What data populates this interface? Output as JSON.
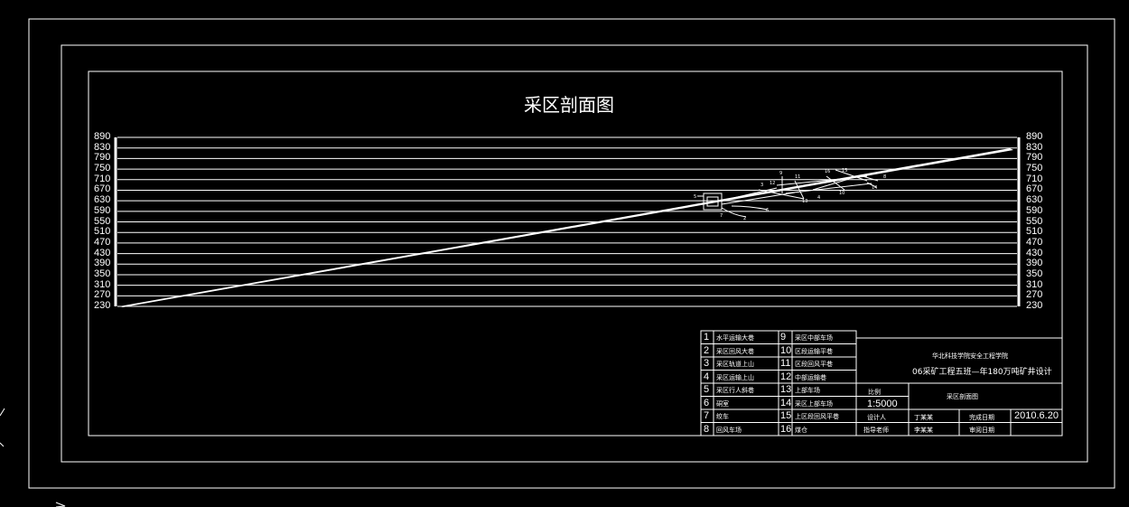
{
  "drawing": {
    "title": "采区剖面图",
    "elevations": [
      "890",
      "830",
      "790",
      "750",
      "710",
      "670",
      "630",
      "590",
      "550",
      "510",
      "470",
      "430",
      "390",
      "350",
      "310",
      "270",
      "230"
    ]
  },
  "legend": [
    {
      "num": "1",
      "label": "水平运输大巷"
    },
    {
      "num": "2",
      "label": "采区回风大巷"
    },
    {
      "num": "3",
      "label": "采区轨道上山"
    },
    {
      "num": "4",
      "label": "采区运输上山"
    },
    {
      "num": "5",
      "label": "采区行人斜巷"
    },
    {
      "num": "6",
      "label": "硐室"
    },
    {
      "num": "7",
      "label": "绞车"
    },
    {
      "num": "8",
      "label": "回风车场"
    },
    {
      "num": "9",
      "label": "采区中部车场"
    },
    {
      "num": "10",
      "label": "区段运输平巷"
    },
    {
      "num": "11",
      "label": "区段回风平巷"
    },
    {
      "num": "12",
      "label": "中部运输巷"
    },
    {
      "num": "13",
      "label": "上部车场"
    },
    {
      "num": "14",
      "label": "采区上部车场"
    },
    {
      "num": "15",
      "label": "上区段回风平巷"
    },
    {
      "num": "16",
      "label": "煤仓"
    }
  ],
  "title_block": {
    "org": "华北科技学院安全工程学院",
    "project_line": "06采矿工程五班—年180万吨矿井设计",
    "scale_label": "比例",
    "scale_value": "1:5000",
    "drawing_name": "采区剖面图",
    "designer_label": "设计人",
    "designer_name": "丁某某",
    "finish_label": "完成日期",
    "finish_date": "2010.6.20",
    "advisor_label": "指导老师",
    "advisor_name": "李某某",
    "review_label": "审阅日期"
  },
  "colors": {
    "background": "#000000",
    "lines": "#ffffff"
  }
}
